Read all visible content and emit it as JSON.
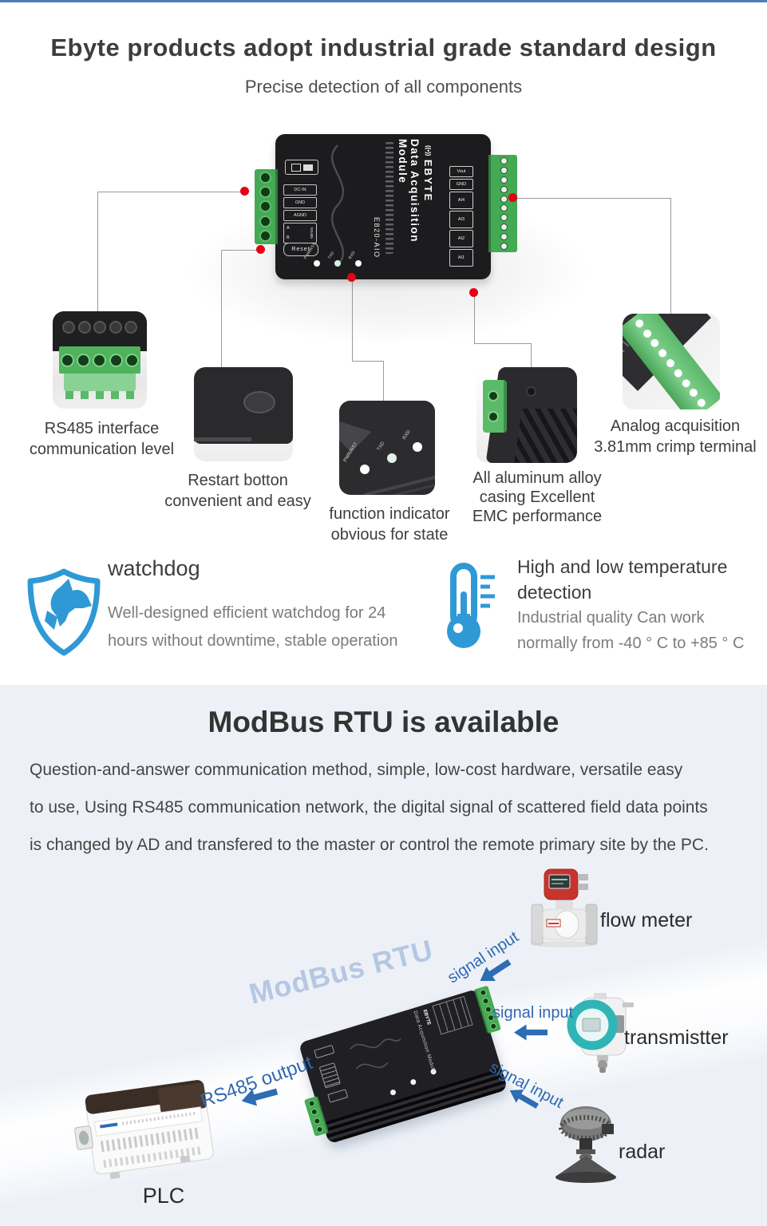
{
  "colors": {
    "top_bar": "#4a7fb5",
    "accent_red": "#e60013",
    "icon_blue": "#2f99d6",
    "diagram_blue": "#3068b0",
    "arrow_blue": "#2e6cb3",
    "watermark_blue": "#b5c7e2",
    "section2_bg": "#edf1f7"
  },
  "header": {
    "title": "Ebyte products adopt industrial grade standard design",
    "subtitle": "Precise detection of all components"
  },
  "device": {
    "brand": "EBYTE",
    "name": "Data Acquisition Module",
    "model": "E820-AIO",
    "reset": "Reset",
    "left_ports": [
      "DC-IN",
      "GND",
      "AGND",
      "A",
      "RS485",
      "B"
    ],
    "right_ports": [
      "Vout",
      "GND",
      "AI4",
      "AI3",
      "AI2",
      "AI1"
    ],
    "leds": [
      "PWR/RST",
      "TXD",
      "RXD"
    ]
  },
  "callouts": {
    "rs485": {
      "line1": "RS485 interface",
      "line2": "communication level"
    },
    "restart": {
      "line1": "Restart botton",
      "line2": "convenient and easy"
    },
    "indicator": {
      "line1": "function indicator",
      "line2": "obvious for state"
    },
    "aluminum": {
      "line1": "All aluminum alloy",
      "line2": "casing Excellent",
      "line3": "EMC performance"
    },
    "analog": {
      "line1": "Analog acquisition",
      "line2": "3.81mm crimp terminal"
    }
  },
  "features": {
    "watchdog": {
      "title": "watchdog",
      "line1": "Well-designed efficient watchdog for 24",
      "line2": "hours without downtime, stable operation"
    },
    "temperature": {
      "title1": "High and low temperature",
      "title2": "detection",
      "line1": "Industrial quality Can work",
      "line2": "normally from -40 ° C to +85 ° C"
    }
  },
  "modbus": {
    "title": "ModBus RTU is available",
    "p1": "Question-and-answer communication method, simple, low-cost hardware, versatile easy",
    "p2": "to use, Using RS485 communication network, the digital signal of scattered field data points",
    "p3": "is changed by AD and transfered to the master or control the remote primary site by the PC.",
    "watermark": "ModBus RTU",
    "rs485_output": "RS485 output",
    "signal_input": "signal input",
    "flow_meter": "flow meter",
    "transmitter": "transmistter",
    "radar": "radar",
    "plc": "PLC"
  }
}
